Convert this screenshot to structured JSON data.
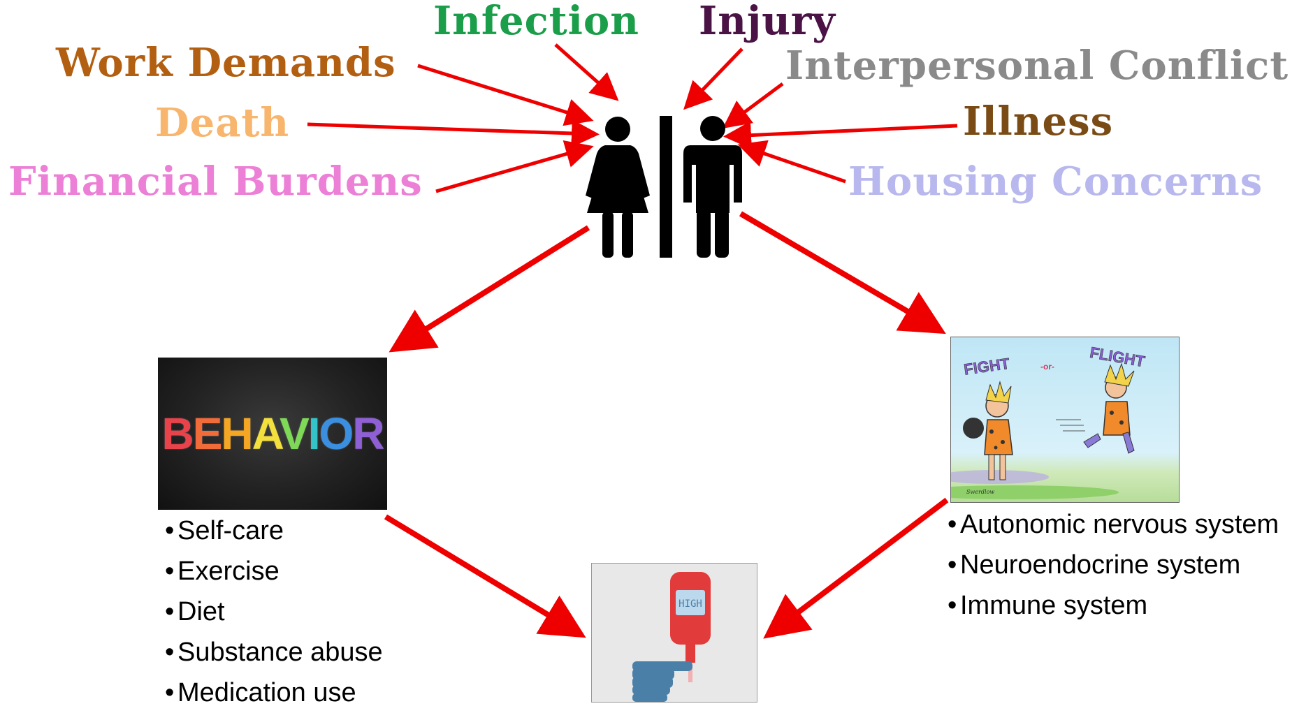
{
  "stressors": [
    {
      "key": "infection",
      "text": "Infection",
      "color": "#1a9e4a"
    },
    {
      "key": "injury",
      "text": "Injury",
      "color": "#4a1245"
    },
    {
      "key": "work_demands",
      "text": "Work Demands",
      "color": "#b35f12"
    },
    {
      "key": "interpersonal_conflict",
      "text": "Interpersonal Conflict",
      "color": "#8a8a8a"
    },
    {
      "key": "death",
      "text": "Death",
      "color": "#f7b56d"
    },
    {
      "key": "illness",
      "text": "Illness",
      "color": "#7a4b14"
    },
    {
      "key": "financial_burdens",
      "text": "Financial Burdens",
      "color": "#ec7fd6"
    },
    {
      "key": "housing_concerns",
      "text": "Housing Concerns",
      "color": "#b8b8ee"
    }
  ],
  "behavior_panel": {
    "word": "BEHAVIOR",
    "letter_colors": [
      "#e8434b",
      "#f26c3a",
      "#f5a623",
      "#f4e03c",
      "#7ed957",
      "#33c3c9",
      "#3a8fe0",
      "#8f5fd6"
    ]
  },
  "behavior_list": [
    "Self-care",
    "Exercise",
    "Diet",
    "Substance abuse",
    "Medication use"
  ],
  "fight_flight_panel": {
    "title_left": "FIGHT",
    "title_mid": "-or-",
    "title_right": "FLIGHT",
    "signature": "Swerdlow"
  },
  "physiology_list": [
    "Autonomic nervous system",
    "Neuroendocrine system",
    "Immune system"
  ],
  "meter_panel": {
    "display_text": "HIGH"
  },
  "colors": {
    "arrow": "#ee0000",
    "figure": "#000000",
    "meter": "#e23b3b",
    "hand": "#4a7fa8"
  }
}
